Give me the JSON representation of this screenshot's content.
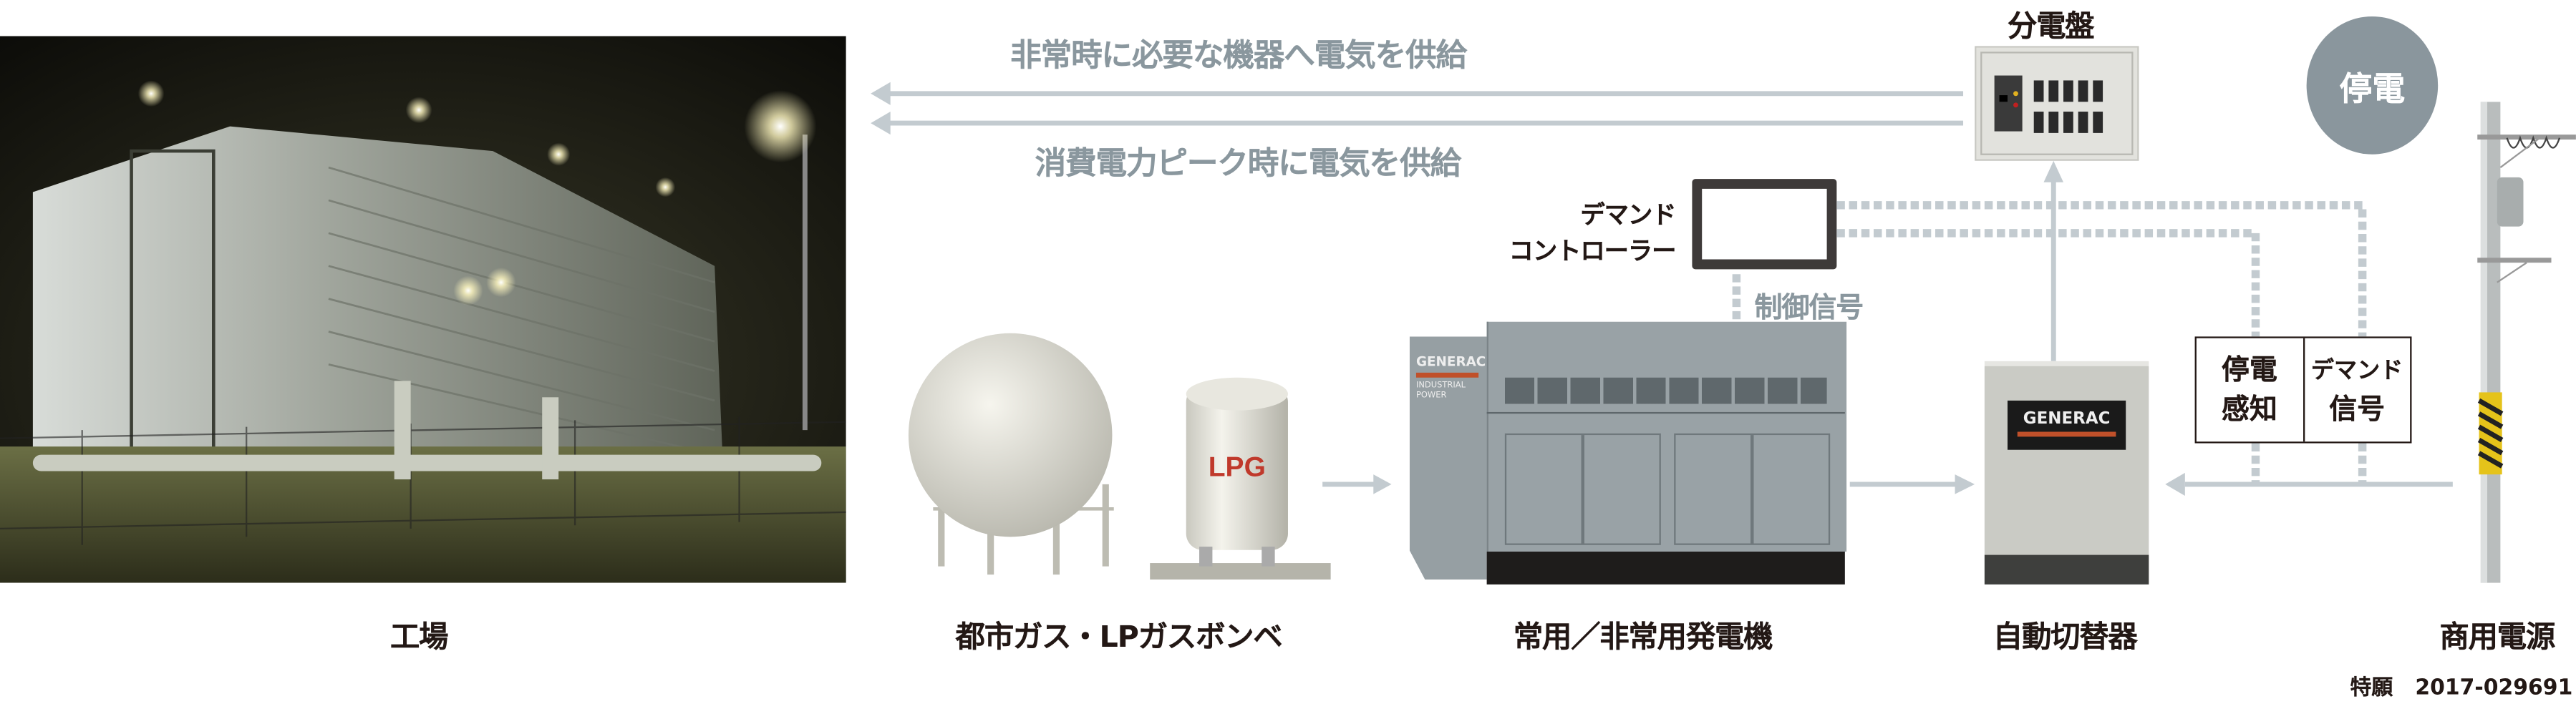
{
  "arrows": {
    "emergency_supply": "非常時に必要な機器へ電気を供給",
    "peak_supply": "消費電力ピーク時に電気を供給"
  },
  "distribution_board": {
    "label": "分電盤"
  },
  "outage_badge": {
    "label": "停電"
  },
  "demand_controller": {
    "line1": "デマンド",
    "line2": "コントローラー"
  },
  "control_signal": {
    "label": "制御信号"
  },
  "signal_box": {
    "outage_detect_line1": "停電",
    "outage_detect_line2": "感知",
    "demand_signal_line1": "デマンド",
    "demand_signal_line2": "信号"
  },
  "generator": {
    "brand": "GENERAC",
    "sub1": "INDUSTRIAL",
    "sub2": "POWER"
  },
  "ats": {
    "brand": "GENERAC"
  },
  "lpg": {
    "label": "LPG"
  },
  "captions": {
    "factory": "工場",
    "gas": "都市ガス・LPガスボンベ",
    "generator": "常用／非常用発電機",
    "ats": "自動切替器",
    "utility": "商用電源"
  },
  "patent": {
    "label": "特願",
    "number": "2017-029691"
  },
  "colors": {
    "arrow": "#c3cbd0",
    "gray_text": "#8a979e",
    "badge": "#8a969d",
    "dark": "#3e3a39"
  }
}
